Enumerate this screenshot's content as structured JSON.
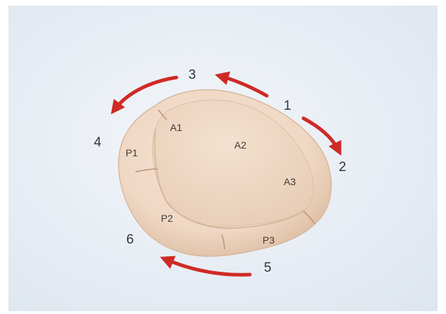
{
  "diagram": {
    "colors": {
      "arrow": "#cf2a26",
      "tissue": "#efd7c3",
      "tissue_shadow": "#d9b99f",
      "text": "#333639"
    },
    "sequence_numbers": [
      "1",
      "2",
      "3",
      "4",
      "5",
      "6"
    ],
    "segments": {
      "A1": "A1",
      "A2": "A2",
      "A3": "A3",
      "P1": "P1",
      "P2": "P2",
      "P3": "P3"
    }
  }
}
